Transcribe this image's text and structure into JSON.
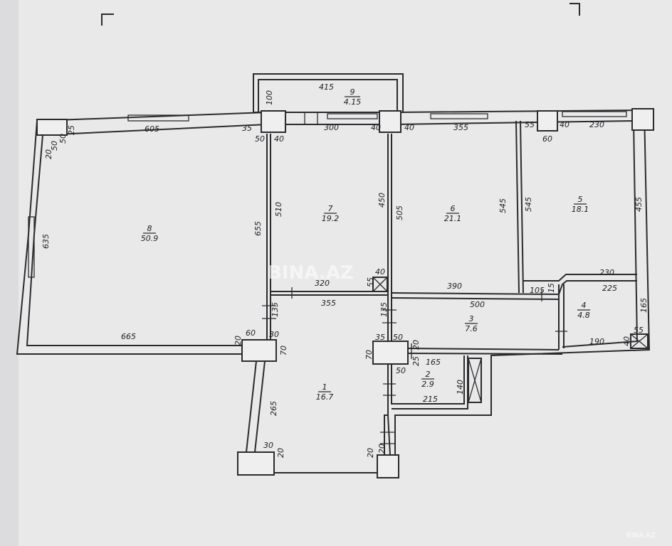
{
  "rooms": [
    {
      "id": "1",
      "area": "16.7"
    },
    {
      "id": "2",
      "area": "2.9"
    },
    {
      "id": "3",
      "area": "7.6"
    },
    {
      "id": "4",
      "area": "4.8"
    },
    {
      "id": "5",
      "area": "18.1"
    },
    {
      "id": "6",
      "area": "21.1"
    },
    {
      "id": "7",
      "area": "19.2"
    },
    {
      "id": "8",
      "area": "50.9"
    },
    {
      "id": "9",
      "area": "4.15"
    }
  ],
  "dimensions": [
    "415",
    "100",
    "605",
    "35",
    "50",
    "40",
    "300",
    "40",
    "40",
    "355",
    "55",
    "60",
    "40",
    "230",
    "25",
    "50",
    "50",
    "20",
    "635",
    "510",
    "655",
    "450",
    "505",
    "545",
    "545",
    "455",
    "40",
    "55",
    "320",
    "390",
    "105",
    "15",
    "230",
    "225",
    "355",
    "135",
    "135",
    "500",
    "165",
    "665",
    "20",
    "60",
    "30",
    "70",
    "35",
    "50",
    "70",
    "20",
    "25",
    "165",
    "190",
    "40",
    "55",
    "50",
    "140",
    "215",
    "265",
    "30",
    "20",
    "20",
    "20"
  ],
  "watermark": {
    "main": "BINA.AZ",
    "corner": "BINA.AZ"
  }
}
